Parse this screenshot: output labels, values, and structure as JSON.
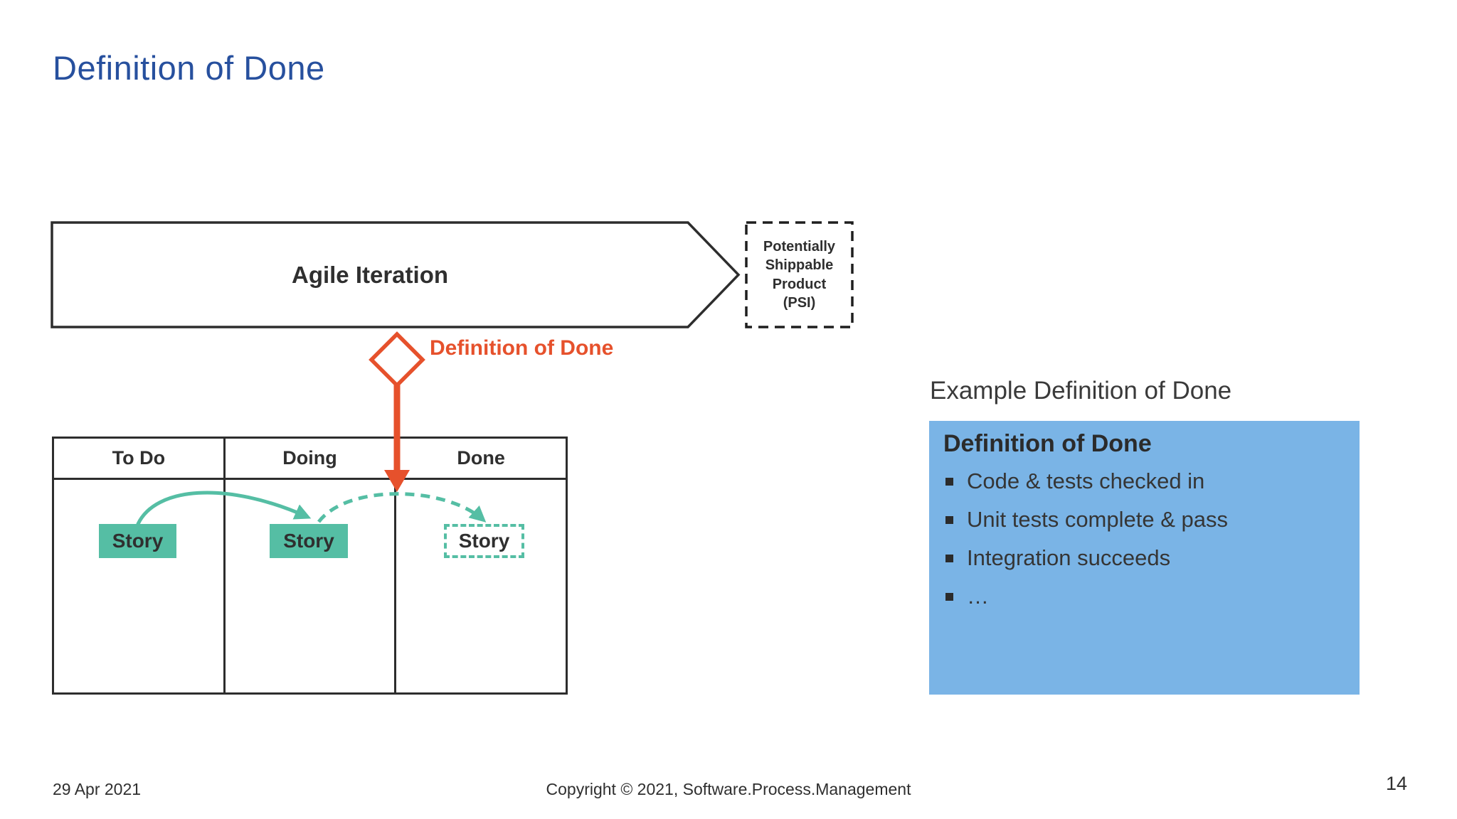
{
  "slide": {
    "title": "Definition of Done",
    "page_number": "14",
    "footer": {
      "date": "29 Apr 2021",
      "copyright": "Copyright © 2021, Software.Process.Management"
    }
  },
  "diagram": {
    "iteration_arrow_label": "Agile Iteration",
    "psi_box_lines": [
      "Potentially",
      "Shippable",
      "Product",
      "(PSI)"
    ],
    "dod_marker_label": "Definition of Done",
    "kanban": {
      "columns": [
        "To Do",
        "Doing",
        "Done"
      ],
      "cards": [
        {
          "label": "Story",
          "column": "To Do",
          "style": "solid"
        },
        {
          "label": "Story",
          "column": "Doing",
          "style": "solid"
        },
        {
          "label": "Story",
          "column": "Done",
          "style": "dashed"
        }
      ]
    }
  },
  "example_panel": {
    "heading": "Example Definition of Done",
    "box_title": "Definition of Done",
    "bullets": [
      "Code & tests checked in",
      "Unit tests complete & pass",
      "Integration succeeds",
      "…"
    ]
  },
  "colors": {
    "title_blue": "#27509E",
    "accent_orange": "#E6512C",
    "accent_teal": "#55BEA4",
    "panel_blue": "#7AB4E6",
    "line_dark": "#2D2D2D"
  }
}
